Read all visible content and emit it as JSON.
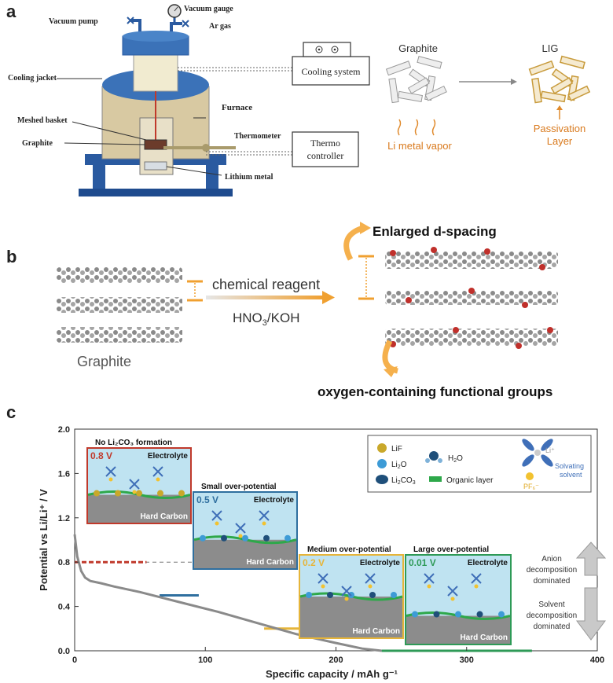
{
  "panel_a": {
    "label": "a",
    "vacuum_pump": "Vacuum pump",
    "vacuum_gauge": "Vacuum gauge",
    "ar_gas": "Ar gas",
    "cooling_jacket": "Cooling jacket",
    "cooling_system": "Cooling system",
    "furnace": "Furnace",
    "meshed_basket": "Meshed basket",
    "thermometer": "Thermometer",
    "graphite": "Graphite",
    "thermo_controller_1": "Thermo",
    "thermo_controller_2": "controller",
    "lithium_metal": "Lithium metal",
    "graphite_title": "Graphite",
    "lig_title": "LIG",
    "li_vapor": "Li metal vapor",
    "passivation_1": "Passivation",
    "passivation_2": "Layer"
  },
  "panel_b": {
    "label": "b",
    "enlarged": "Enlarged d-spacing",
    "reagent": "chemical reagent",
    "hno3_a": "HNO",
    "hno3_sub": "3",
    "hno3_b": "/KOH",
    "graphite": "Graphite",
    "oxygen_groups": "oxygen-containing functional groups"
  },
  "panel_c": {
    "label": "c",
    "legend": {
      "lif": "LiF",
      "li2o_a": "Li",
      "li2o_sub": "2",
      "li2o_b": "O",
      "li2co3_a": "Li",
      "li2co3_sub": "2",
      "li2co3_b": "CO",
      "li2co3_sub2": "3",
      "h2o_a": "H",
      "h2o_sub": "2",
      "h2o_b": "O",
      "organic": "Organic layer",
      "li_plus": "Li⁺",
      "solvating": "Solvating",
      "solvent": "solvent",
      "pf6": "PF₆⁻"
    },
    "insets": [
      {
        "title": "No Li₂CO₃ formation",
        "voltage": "0.8 V",
        "electrolyte": "Electrolyte",
        "carbon": "Hard Carbon",
        "vcolor": "#c0392b"
      },
      {
        "title": "Small over-potential",
        "voltage": "0.5 V",
        "electrolyte": "Electrolyte",
        "carbon": "Hard Carbon",
        "vcolor": "#2f6f9f"
      },
      {
        "title": "Medium over-potential",
        "voltage": "0.2 V",
        "electrolyte": "Electrolyte",
        "carbon": "Hard Carbon",
        "vcolor": "#e6b53a"
      },
      {
        "title": "Large over-potential",
        "voltage": "0.01 V",
        "electrolyte": "Electrolyte",
        "carbon": "Hard Carbon",
        "vcolor": "#2e9a57"
      }
    ],
    "anion_1": "Anion",
    "anion_2": "decomposition",
    "anion_3": "dominated",
    "solvent_1": "Solvent",
    "solvent_2": "decomposition",
    "solvent_3": "dominated"
  },
  "chart_data": {
    "type": "line",
    "xlabel": "Specific capacity / mAh g⁻¹",
    "ylabel": "Potential vs Li/Li⁺ / V",
    "xlim": [
      0,
      400
    ],
    "ylim": [
      0,
      2.0
    ],
    "xticks": [
      "0",
      "100",
      "200",
      "300",
      "400"
    ],
    "yticks": [
      "0.0",
      "0.4",
      "0.8",
      "1.2",
      "1.6",
      "2.0"
    ],
    "threshold": 0.8,
    "x": [
      0,
      2,
      5,
      8,
      12,
      20,
      30,
      50,
      80,
      110,
      140,
      170,
      200,
      220,
      235
    ],
    "y": [
      1.05,
      0.85,
      0.72,
      0.66,
      0.63,
      0.61,
      0.58,
      0.53,
      0.44,
      0.35,
      0.25,
      0.15,
      0.07,
      0.02,
      0.0
    ],
    "segments": [
      {
        "x1": 0,
        "x2": 55,
        "y": 0.8,
        "color": "#c0392b"
      },
      {
        "x1": 65,
        "x2": 95,
        "y": 0.5,
        "color": "#2f6f9f"
      },
      {
        "x1": 145,
        "x2": 175,
        "y": 0.2,
        "color": "#e6b53a"
      },
      {
        "x1": 235,
        "x2": 350,
        "y": 0.0,
        "color": "#2e9a57"
      }
    ]
  }
}
